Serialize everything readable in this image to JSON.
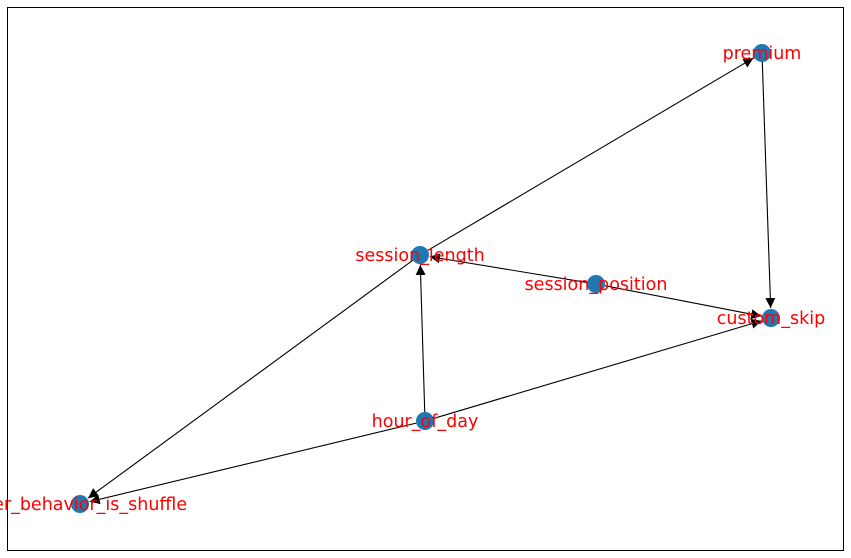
{
  "graph": {
    "colors": {
      "node": "#1f77b4",
      "edge": "#000000",
      "label": "#ff0000",
      "frame": "#000000"
    },
    "nodes": [
      {
        "id": "premium",
        "label": "premium"
      },
      {
        "id": "session_length",
        "label": "session_length"
      },
      {
        "id": "session_position",
        "label": "session_position"
      },
      {
        "id": "custom_skip",
        "label": "custom_skip"
      },
      {
        "id": "hour_of_day",
        "label": "hour_of_day"
      },
      {
        "id": "user_behavior_is_shuffle",
        "label": "user_behavior_is_shuffle"
      }
    ],
    "edges": [
      {
        "from": "session_length",
        "to": "premium"
      },
      {
        "from": "premium",
        "to": "custom_skip"
      },
      {
        "from": "session_position",
        "to": "session_length"
      },
      {
        "from": "session_position",
        "to": "custom_skip"
      },
      {
        "from": "hour_of_day",
        "to": "session_length"
      },
      {
        "from": "hour_of_day",
        "to": "custom_skip"
      },
      {
        "from": "hour_of_day",
        "to": "user_behavior_is_shuffle"
      },
      {
        "from": "session_length",
        "to": "user_behavior_is_shuffle"
      }
    ]
  }
}
